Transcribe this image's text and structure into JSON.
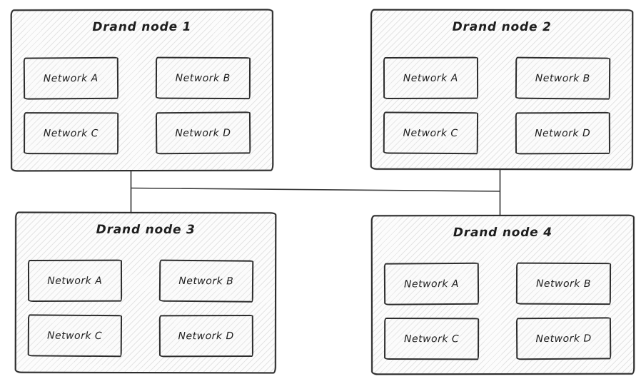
{
  "diagram": {
    "nodes": [
      {
        "title": "Drand node 1",
        "networks": [
          "Network A",
          "Network B",
          "Network C",
          "Network D"
        ]
      },
      {
        "title": "Drand node 2",
        "networks": [
          "Network A",
          "Network B",
          "Network C",
          "Network D"
        ]
      },
      {
        "title": "Drand node 3",
        "networks": [
          "Network A",
          "Network B",
          "Network C",
          "Network D"
        ]
      },
      {
        "title": "Drand node 4",
        "networks": [
          "Network A",
          "Network B",
          "Network C",
          "Network D"
        ]
      }
    ],
    "connections": [
      {
        "from": "Drand node 1",
        "to": "Drand node 3",
        "shape": "vertical-line"
      },
      {
        "from": "Drand node 2",
        "to": "Drand node 4",
        "shape": "vertical-line"
      },
      {
        "from": "link Drand node 1-3",
        "to": "link Drand node 2-4",
        "shape": "horizontal-trunk-line"
      }
    ],
    "style": {
      "stroke_color": "#2d2d2d",
      "connector_color": "#3b3b3b",
      "text_color": "#1e1e1e",
      "hatch_line_color": "#dedede",
      "canvas_background": "#ffffff",
      "fill_style": "hachure"
    }
  }
}
